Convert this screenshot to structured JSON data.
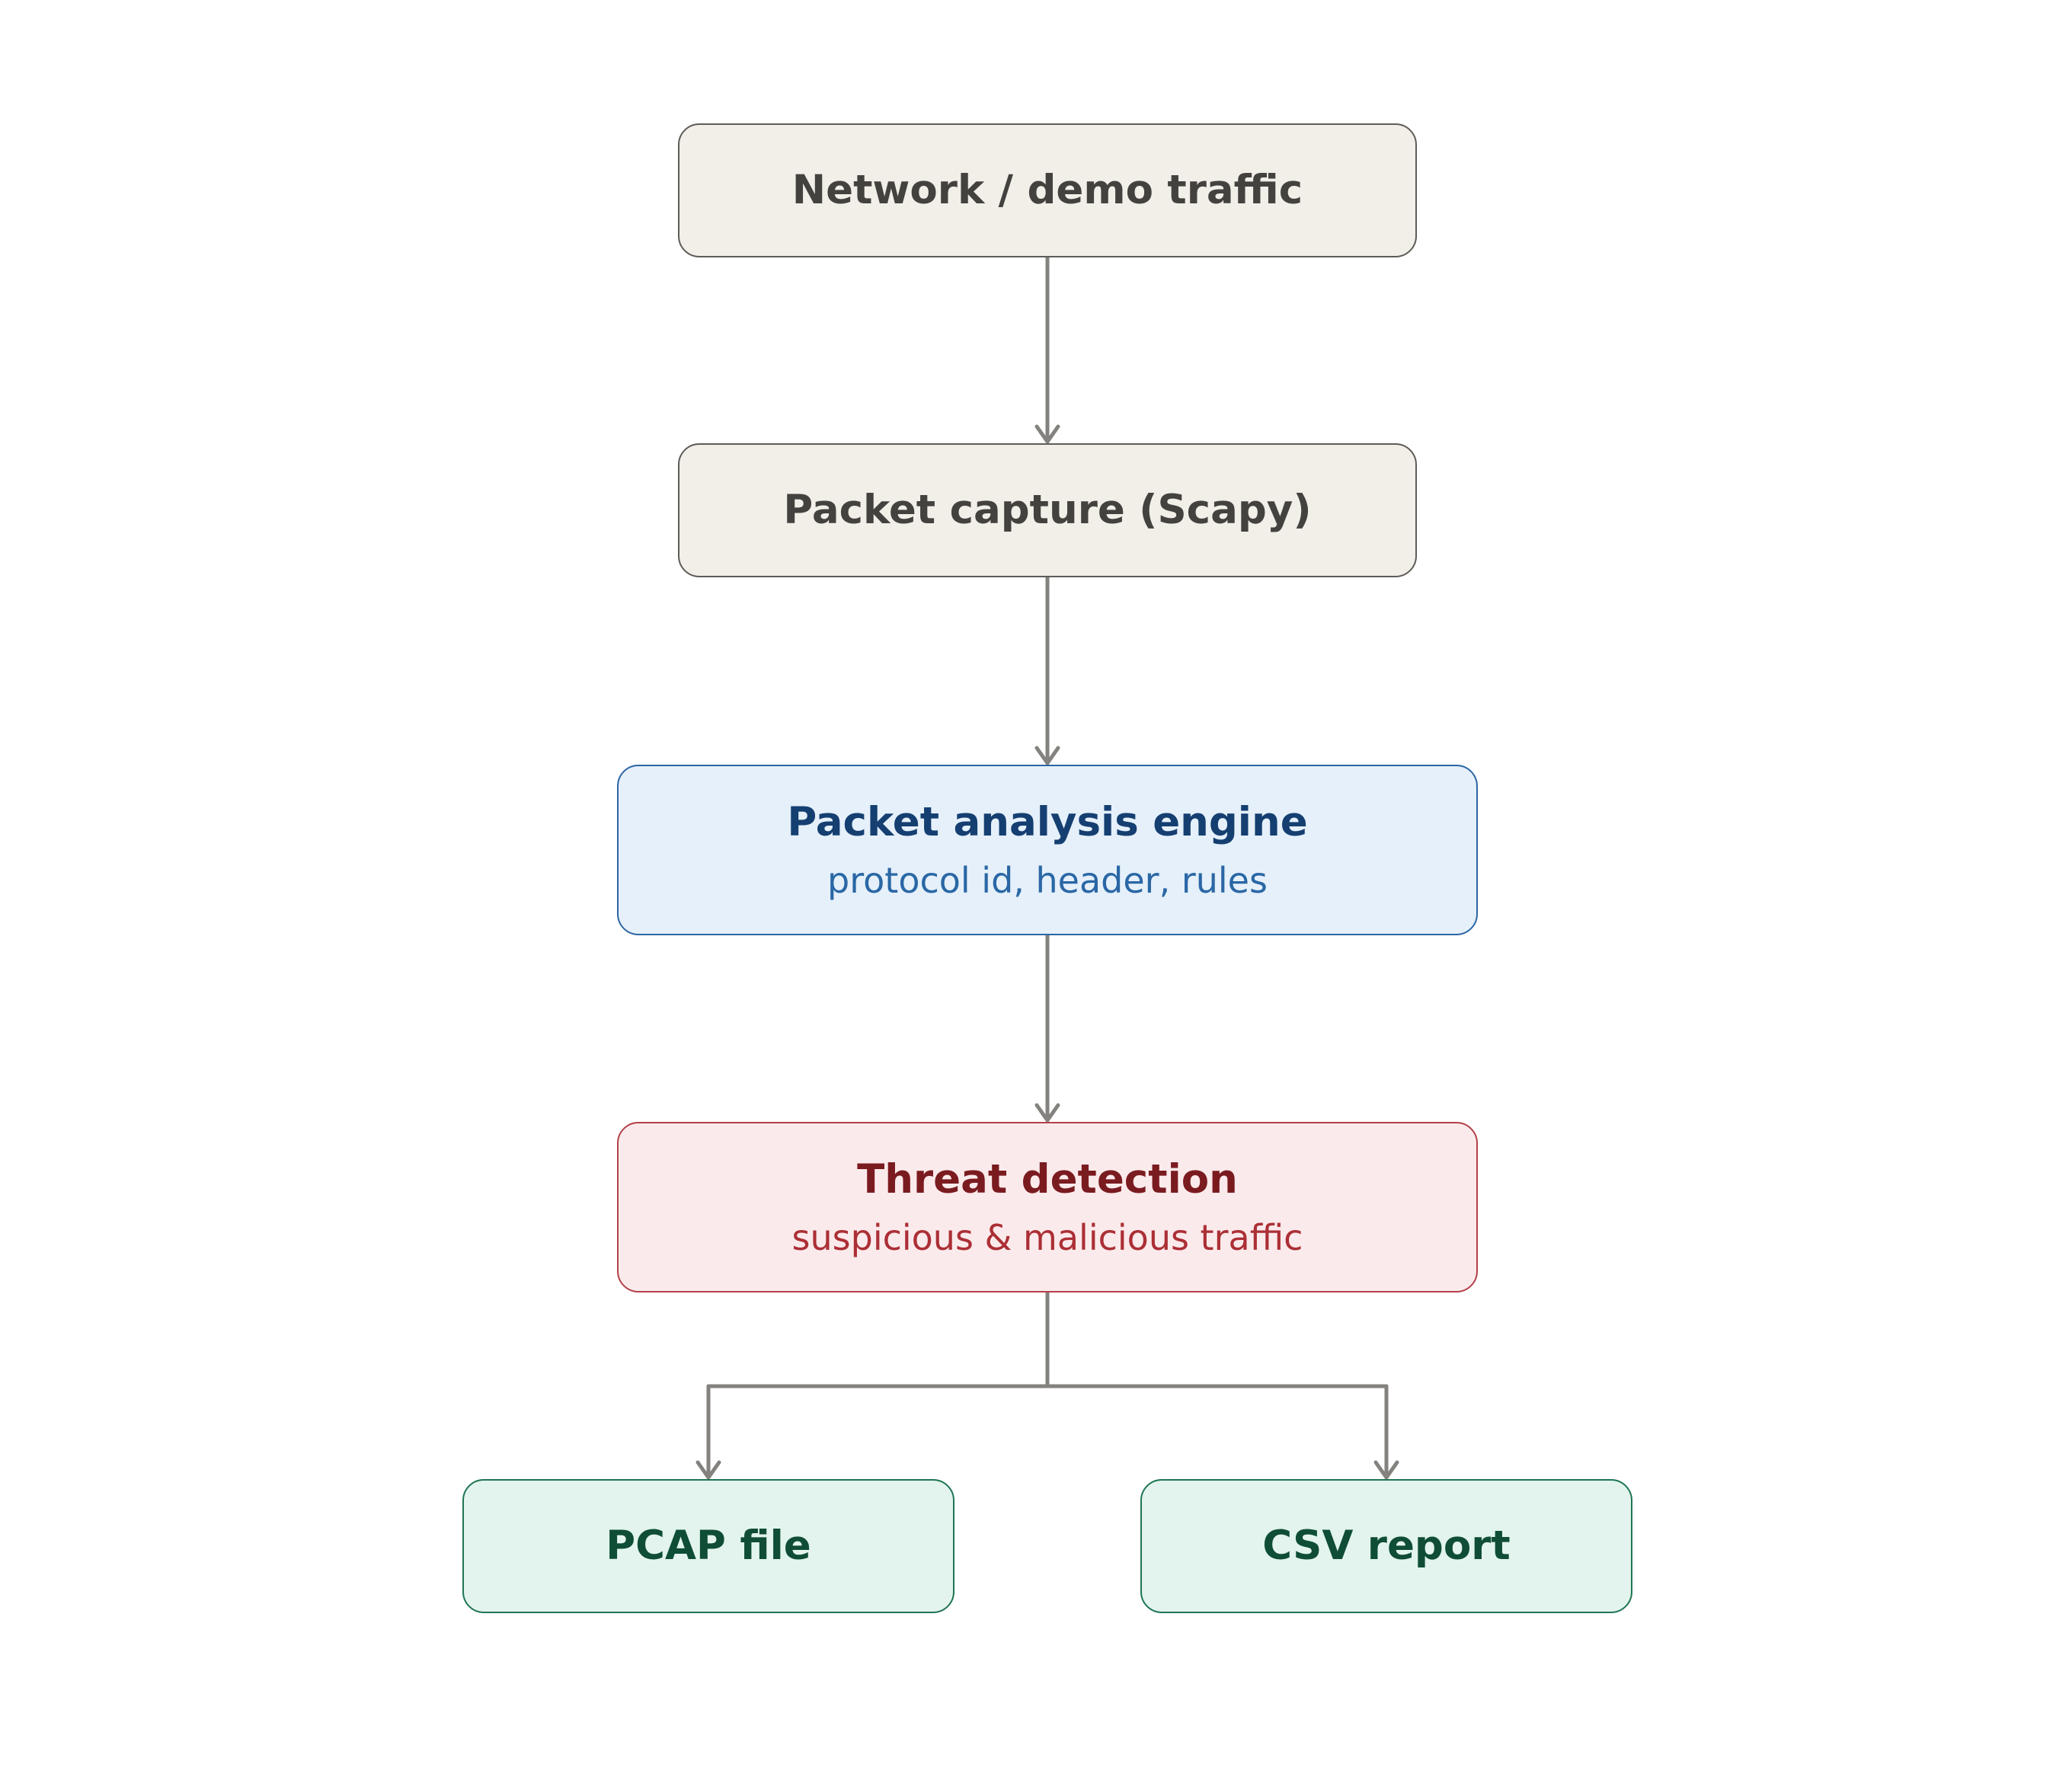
{
  "diagram": {
    "nodes": {
      "network": {
        "title": "Network / demo traffic"
      },
      "capture": {
        "title": "Packet capture (Scapy)"
      },
      "analysis": {
        "title": "Packet analysis engine",
        "subtitle": "protocol id, header, rules"
      },
      "threat": {
        "title": "Threat detection",
        "subtitle": "suspicious & malicious traffic"
      },
      "pcap": {
        "title": "PCAP file"
      },
      "csv": {
        "title": "CSV report"
      }
    },
    "edges": [
      {
        "from": "network",
        "to": "capture"
      },
      {
        "from": "capture",
        "to": "analysis"
      },
      {
        "from": "analysis",
        "to": "threat"
      },
      {
        "from": "threat",
        "to": "pcap"
      },
      {
        "from": "threat",
        "to": "csv"
      }
    ],
    "colors": {
      "arrow": "#84827e",
      "source_fill": "#f2efe9",
      "analysis_fill": "#e5f0fa",
      "threat_fill": "#fbeaeb",
      "output_fill": "#e2f4ed"
    }
  }
}
